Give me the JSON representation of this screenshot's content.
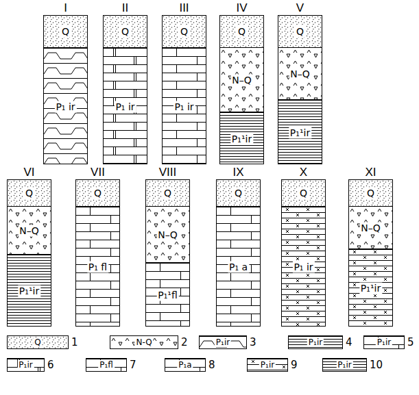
{
  "diagram": {
    "nodes": [
      {
        "text": [
          "I"
        ]
      },
      {
        "text": [
          "Q"
        ],
        "in": 0
      },
      {
        "text": [
          "P₁ ir"
        ],
        "in": 0
      },
      {
        "text": [
          "II"
        ]
      },
      {
        "text": [
          "Q"
        ],
        "in": 3
      },
      {
        "text": [
          "P₁ ir"
        ],
        "in": 3
      },
      {
        "text": [
          "III"
        ]
      },
      {
        "text": [
          "Q"
        ],
        "in": 6
      },
      {
        "text": [
          "P₁ ir"
        ],
        "in": 6
      },
      {
        "text": [
          "IV"
        ]
      },
      {
        "text": [
          "Q"
        ],
        "in": 9
      },
      {
        "text": [
          "N–Q"
        ],
        "in": 9
      },
      {
        "text": [
          "P₁¹ir"
        ],
        "in": 9
      },
      {
        "text": [
          "V"
        ]
      },
      {
        "text": [
          "Q"
        ],
        "in": 13
      },
      {
        "text": [
          "N–Q"
        ],
        "in": 13
      },
      {
        "text": [
          "P₁¹ir"
        ],
        "in": 13
      },
      {
        "text": [
          "VI"
        ]
      },
      {
        "text": [
          "Q"
        ],
        "in": 17
      },
      {
        "text": [
          "N–Q"
        ],
        "in": 17
      },
      {
        "text": [
          "P₁¹ir"
        ],
        "in": 17
      },
      {
        "text": [
          "VII"
        ]
      },
      {
        "text": [
          "Q"
        ],
        "in": 21
      },
      {
        "text": [
          "P₁ fl"
        ],
        "in": 21
      },
      {
        "text": [
          "VIII"
        ]
      },
      {
        "text": [
          "Q"
        ],
        "in": 24
      },
      {
        "text": [
          "N–Q"
        ],
        "in": 24
      },
      {
        "text": [
          "P₁¹fl"
        ],
        "in": 24
      },
      {
        "text": [
          "IX"
        ]
      },
      {
        "text": [
          "Q"
        ],
        "in": 28
      },
      {
        "text": [
          "P₁ a"
        ],
        "in": 28
      },
      {
        "text": [
          "X"
        ]
      },
      {
        "text": [
          "Q"
        ],
        "in": 31
      },
      {
        "text": [
          "P₁ ir"
        ],
        "in": 31
      },
      {
        "text": [
          "XI"
        ]
      },
      {
        "text": [
          "Q"
        ],
        "in": 34
      },
      {
        "text": [
          "N–Q"
        ],
        "in": 34
      },
      {
        "text": [
          "P₁¹ir"
        ],
        "in": 34
      }
    ],
    "labels": [
      "Q",
      "N-Q",
      "P₁ir",
      "P₁ir",
      "P₁ir",
      "P₁ir",
      "P₁fl",
      "P₁a",
      "P₁ir",
      "P₁ir"
    ],
    "legend": [
      {
        "text": "1"
      },
      {
        "text": "2"
      },
      {
        "text": "3"
      },
      {
        "text": "4"
      },
      {
        "text": "5"
      },
      {
        "text": "6"
      },
      {
        "text": "7"
      },
      {
        "text": "8"
      },
      {
        "text": "9"
      },
      {
        "text": "10"
      }
    ]
  }
}
